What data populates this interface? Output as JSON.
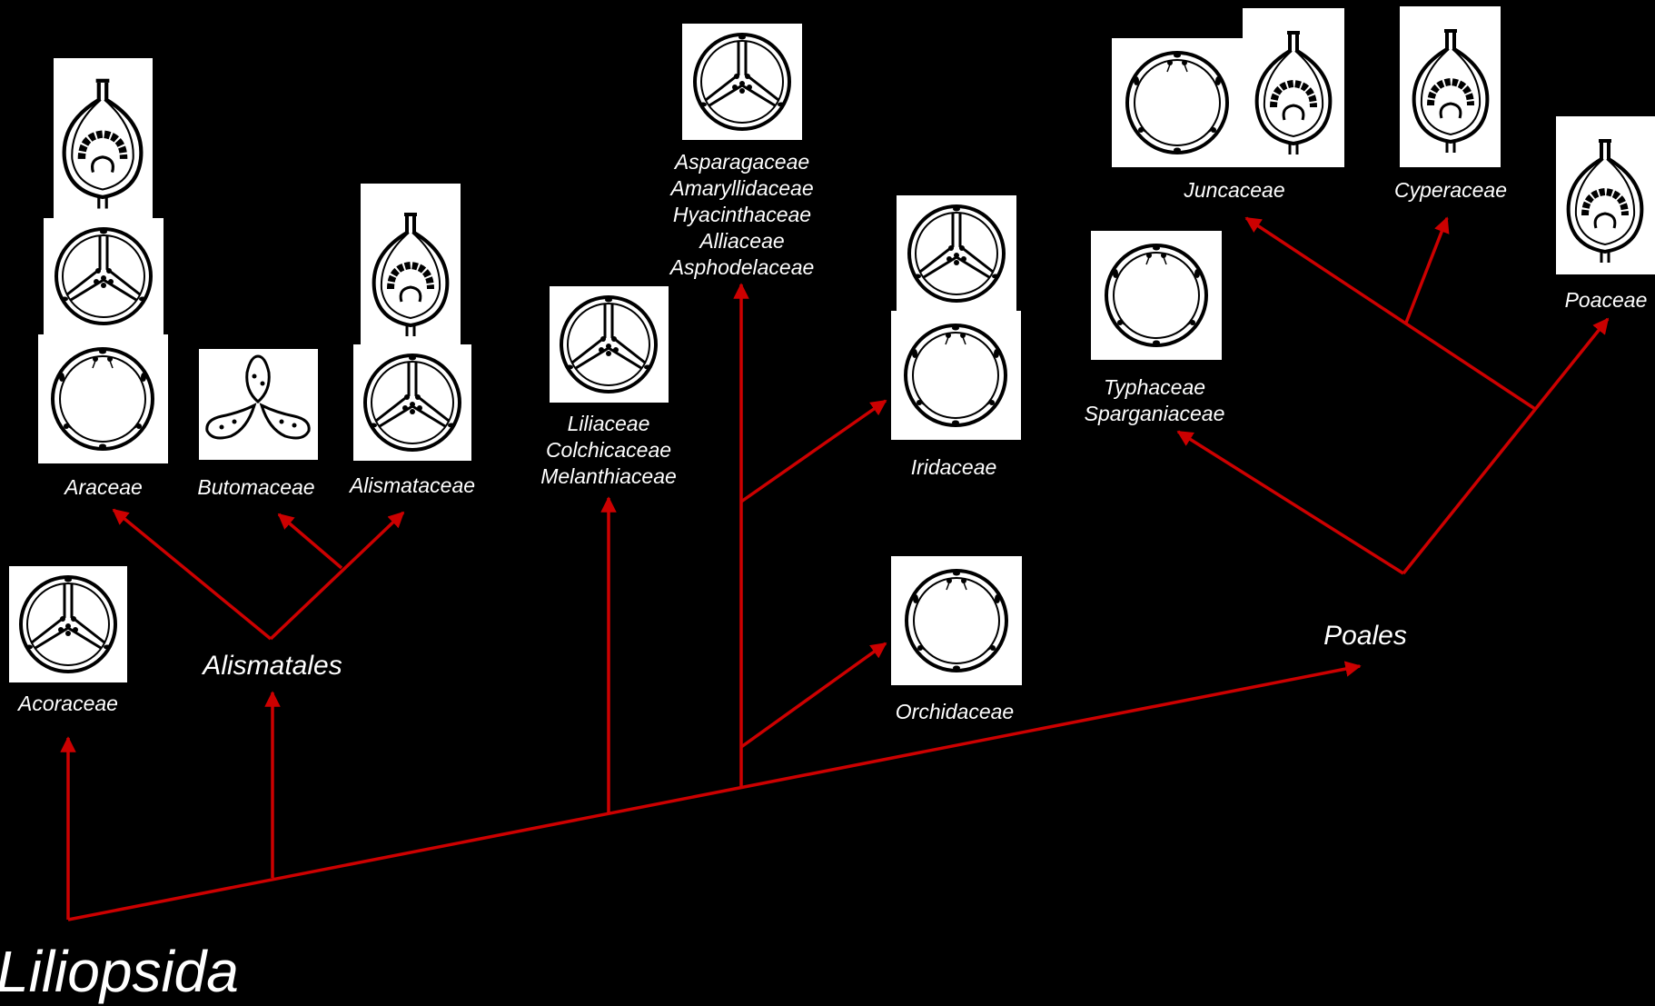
{
  "colors": {
    "background": "#000000",
    "tree": "#cc0000",
    "drawing": "#000000",
    "panel": "#ffffff"
  },
  "title": "Liliopsida",
  "clades": {
    "alismatales": "Alismatales",
    "poales": "Poales"
  },
  "taxa": {
    "acoraceae": [
      "Acoraceae"
    ],
    "araceae": [
      "Araceae"
    ],
    "butomaceae": [
      "Butomaceae"
    ],
    "alismataceae": [
      "Alismataceae"
    ],
    "liliaceae": [
      "Liliaceae",
      "Colchicaceae",
      "Melanthiaceae"
    ],
    "asparagaceae": [
      "Asparagaceae",
      "Amaryllidaceae",
      "Hyacinthaceae",
      "Alliaceae",
      "Asphodelaceae"
    ],
    "iridaceae": [
      "Iridaceae"
    ],
    "orchidaceae": [
      "Orchidaceae"
    ],
    "typhaceae": [
      "Typhaceae",
      "Sparganiaceae"
    ],
    "juncaceae": [
      "Juncaceae"
    ],
    "cyperaceae": [
      "Cyperaceae"
    ],
    "poaceae": [
      "Poaceae"
    ]
  }
}
